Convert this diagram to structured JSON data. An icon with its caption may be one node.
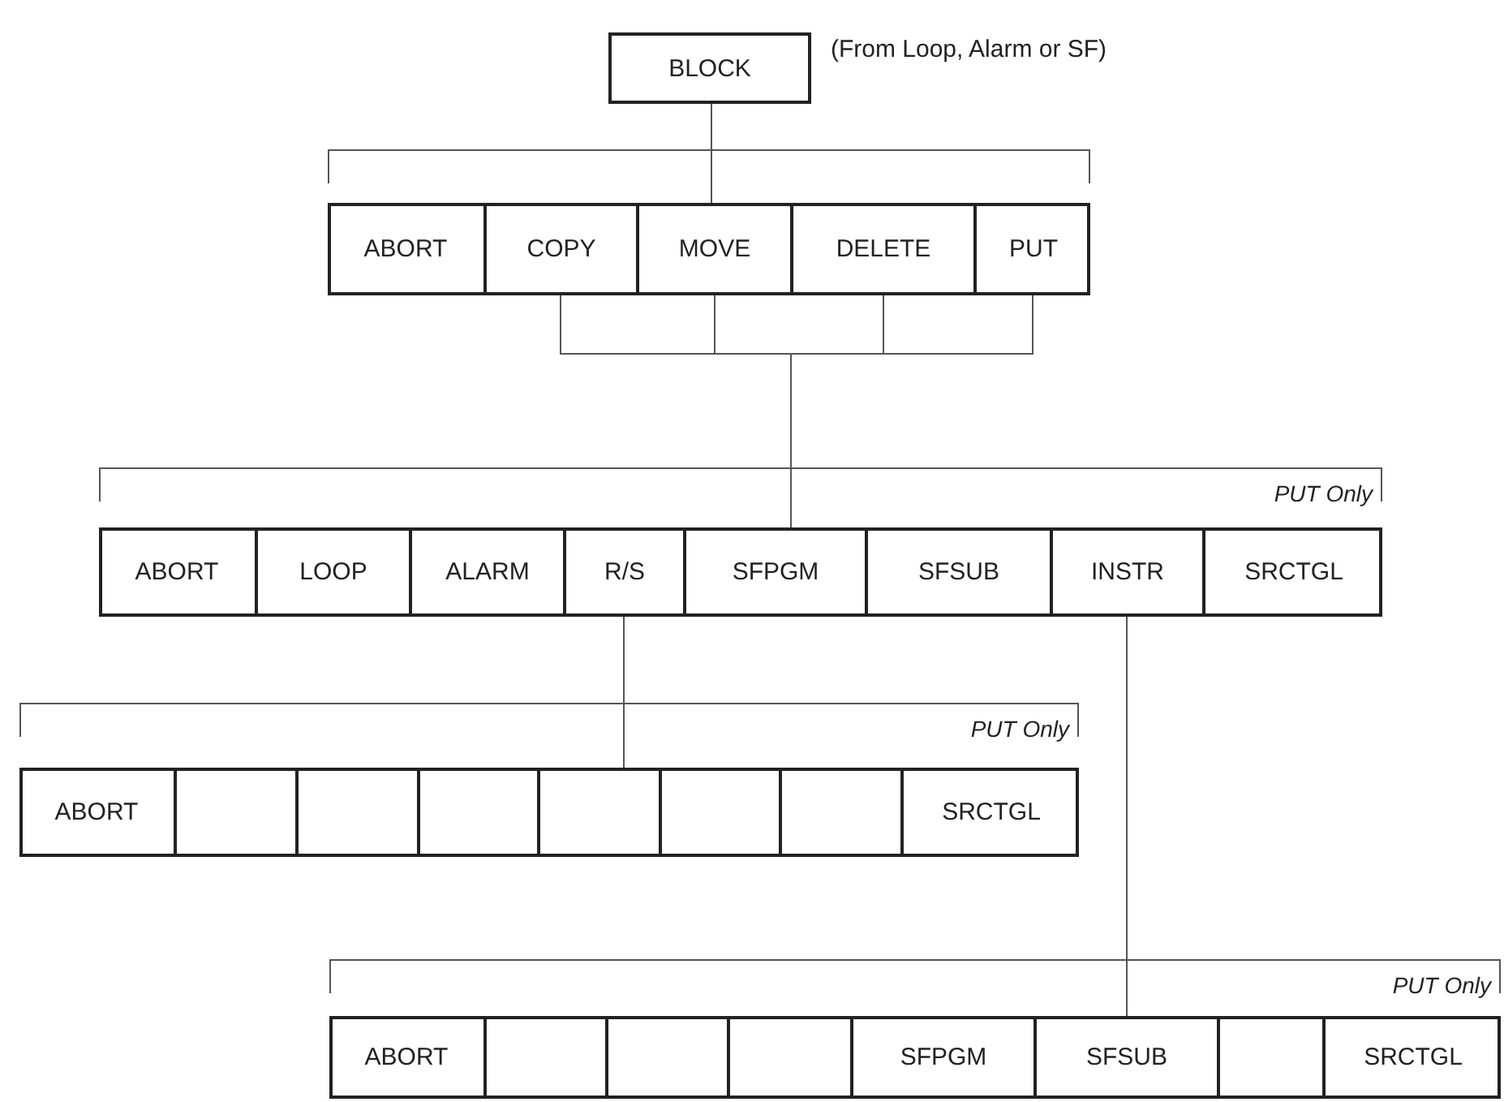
{
  "diagram": {
    "nodes": [
      {
        "text": [
          "BLOCK"
        ],
        "beside": [
          "(From Loop, Alarm or SF)"
        ]
      },
      {
        "text": [],
        "shape": "bar"
      },
      {
        "text": [
          "ABORT"
        ],
        "in": 1
      },
      {
        "text": [
          "COPY"
        ],
        "in": 1
      },
      {
        "text": [
          "MOVE"
        ],
        "in": 1
      },
      {
        "text": [
          "DELETE"
        ],
        "in": 1
      },
      {
        "text": [
          "PUT"
        ],
        "in": 1
      },
      {
        "text": [],
        "shape": "bar",
        "beside": [
          "PUT Only"
        ]
      },
      {
        "text": [
          "ABORT"
        ],
        "in": 7
      },
      {
        "text": [
          "LOOP"
        ],
        "in": 7
      },
      {
        "text": [
          "ALARM"
        ],
        "in": 7
      },
      {
        "text": [
          "R/S"
        ],
        "in": 7
      },
      {
        "text": [
          "SFPGM"
        ],
        "in": 7
      },
      {
        "text": [
          "SFSUB"
        ],
        "in": 7
      },
      {
        "text": [
          "INSTR"
        ],
        "in": 7
      },
      {
        "text": [
          "SRCTGL"
        ],
        "in": 7
      },
      {
        "text": [],
        "shape": "bar",
        "beside": [
          "PUT Only"
        ]
      },
      {
        "text": [
          "ABORT"
        ],
        "in": 16
      },
      {
        "text": [],
        "shape": "box",
        "in": 16
      },
      {
        "text": [],
        "shape": "box",
        "in": 16
      },
      {
        "text": [],
        "shape": "box",
        "in": 16
      },
      {
        "text": [],
        "shape": "box",
        "in": 16
      },
      {
        "text": [],
        "shape": "box",
        "in": 16
      },
      {
        "text": [],
        "shape": "box",
        "in": 16
      },
      {
        "text": [
          "SRCTGL"
        ],
        "in": 16
      },
      {
        "text": [],
        "shape": "bar",
        "beside": [
          "PUT Only"
        ]
      },
      {
        "text": [
          "ABORT"
        ],
        "in": 25
      },
      {
        "text": [],
        "shape": "box",
        "in": 25
      },
      {
        "text": [],
        "shape": "box",
        "in": 25
      },
      {
        "text": [],
        "shape": "box",
        "in": 25
      },
      {
        "text": [
          "SFPGM"
        ],
        "in": 25
      },
      {
        "text": [
          "SFSUB"
        ],
        "in": 25
      },
      {
        "text": [],
        "shape": "box",
        "in": 25
      },
      {
        "text": [
          "SRCTGL"
        ],
        "in": 25
      }
    ],
    "edges": [
      {
        "from": 0,
        "to": 1,
        "arrow": "none"
      },
      {
        "from": 3,
        "to": 7,
        "arrow": "none"
      },
      {
        "from": 4,
        "to": 7,
        "arrow": "none"
      },
      {
        "from": 5,
        "to": 7,
        "arrow": "none"
      },
      {
        "from": 6,
        "to": 7,
        "arrow": "none"
      },
      {
        "from": 11,
        "to": 16,
        "arrow": "none"
      },
      {
        "from": 14,
        "to": 25,
        "arrow": "none"
      }
    ]
  }
}
